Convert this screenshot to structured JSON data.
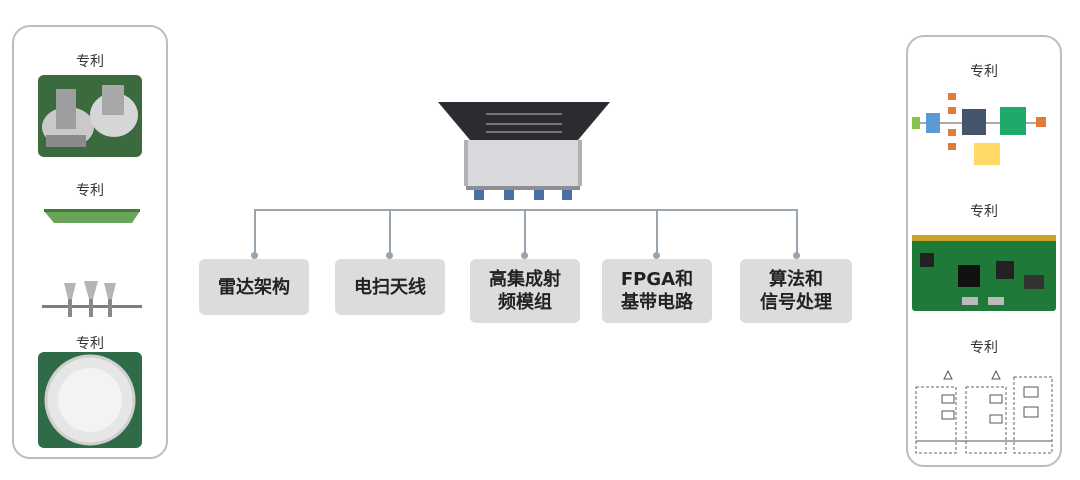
{
  "left_panel": {
    "labels": [
      "专利",
      "专利",
      "专利"
    ]
  },
  "right_panel": {
    "labels": [
      "专利",
      "专利",
      "专利"
    ]
  },
  "nodes": [
    {
      "label": "雷达架构"
    },
    {
      "label": "电扫天线"
    },
    {
      "label": "高集成射\n频模组"
    },
    {
      "label": "FPGA和\n基带电路"
    },
    {
      "label": "算法和\n信号处理"
    }
  ],
  "colors": {
    "panel_border": "#b8bec6",
    "node_fill": "#dcdcdc",
    "connector": "#9aa4ad"
  }
}
